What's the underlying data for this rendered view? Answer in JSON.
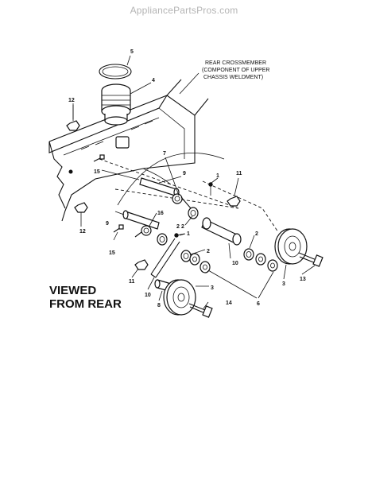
{
  "watermark": "AppliancePartsPros.com",
  "title_note": {
    "line1": "REAR CROSSMEMBER",
    "line2": "(COMPONENT OF UPPER",
    "line3": "CHASSIS WELDMENT)"
  },
  "view_label": {
    "line1": "VIEWED",
    "line2": "FROM REAR"
  },
  "callouts": [
    "5",
    "4",
    "12",
    "7",
    "15",
    "9",
    "1",
    "11",
    "2",
    "16",
    "12",
    "9",
    "2",
    "1",
    "2",
    "15",
    "2",
    "10",
    "3",
    "13",
    "11",
    "10",
    "6",
    "3",
    "8",
    "14"
  ]
}
